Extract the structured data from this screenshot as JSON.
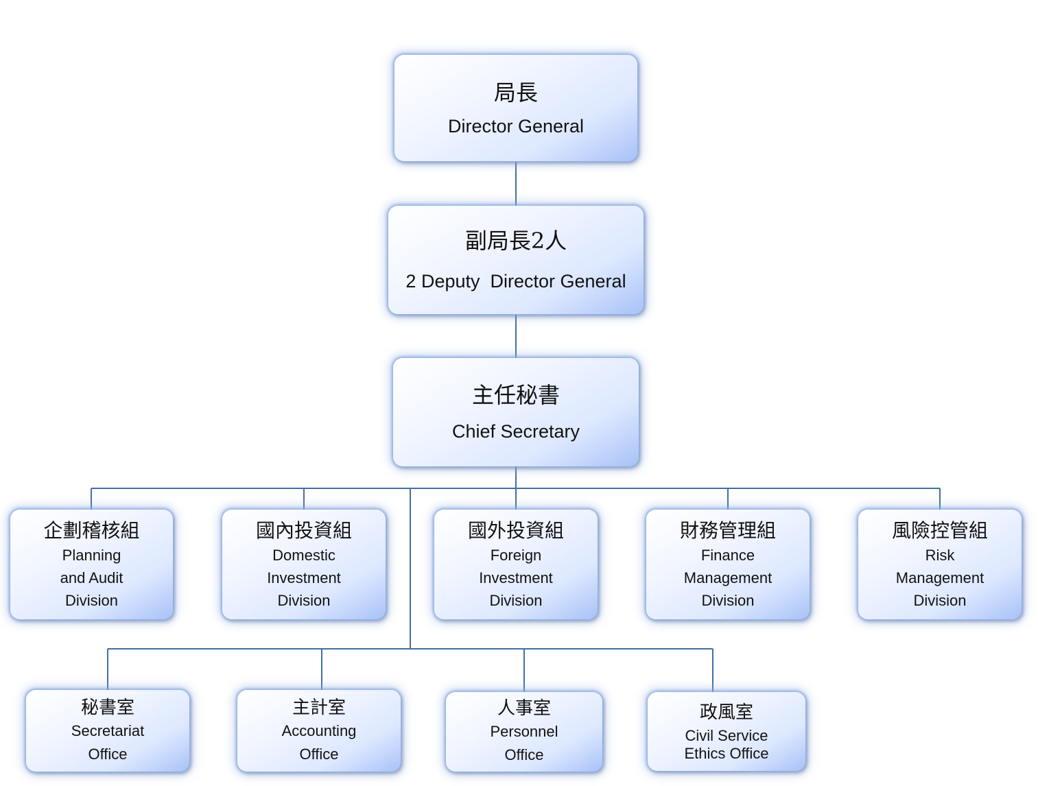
{
  "director": {
    "zh": "局長",
    "en": "Director General"
  },
  "deputy": {
    "zh": "副局長2人",
    "en": "2 Deputy  Director General"
  },
  "chief": {
    "zh": "主任秘書",
    "en": "Chief Secretary"
  },
  "divisions": [
    {
      "zh": "企劃稽核組",
      "en": [
        "Planning",
        "and Audit",
        "Division"
      ]
    },
    {
      "zh": "國內投資組",
      "en": [
        "Domestic",
        "Investment",
        "Division"
      ]
    },
    {
      "zh": "國外投資組",
      "en": [
        "Foreign",
        "Investment",
        "Division"
      ]
    },
    {
      "zh": "財務管理組",
      "en": [
        "Finance",
        "Management",
        "Division"
      ]
    },
    {
      "zh": "風險控管組",
      "en": [
        "Risk",
        "Management",
        "Division"
      ]
    }
  ],
  "offices": [
    {
      "zh": "秘書室",
      "en": [
        "Secretariat",
        "Office"
      ]
    },
    {
      "zh": "主計室",
      "en": [
        "Accounting",
        "Office"
      ]
    },
    {
      "zh": "人事室",
      "en": [
        "Personnel",
        "Office"
      ]
    },
    {
      "zh": "政風室",
      "en": [
        "Civil Service",
        "Ethics Office"
      ]
    }
  ]
}
